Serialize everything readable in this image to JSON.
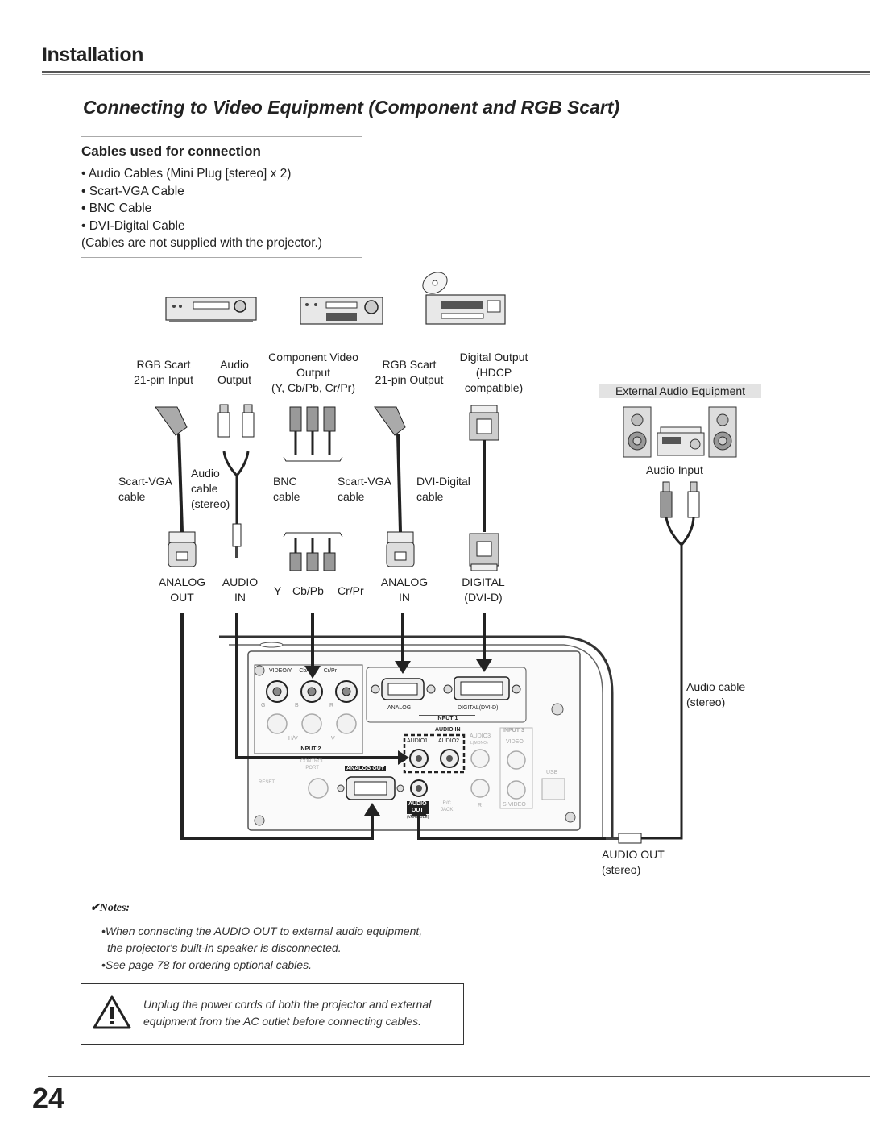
{
  "header": {
    "section": "Installation"
  },
  "title": "Connecting to Video Equipment (Component and RGB Scart)",
  "cables": {
    "heading": "Cables used for connection",
    "items": [
      "• Audio Cables (Mini Plug [stereo] x 2)",
      "• Scart-VGA Cable",
      "• BNC Cable",
      "• DVI-Digital Cable"
    ],
    "note": "(Cables are not supplied with the projector.)"
  },
  "devices": {
    "dev1": [
      "RGB Scart",
      "21-pin Input"
    ],
    "dev1_audio": [
      "Audio",
      "Output"
    ],
    "dev2": [
      "Component Video",
      "Output",
      "(Y, Cb/Pb, Cr/Pr)"
    ],
    "dev3_rgb": [
      "RGB Scart",
      "21-pin Output"
    ],
    "dev3_dig": [
      "Digital Output",
      "(HDCP",
      "compatible)"
    ],
    "external_audio": "External Audio Equipment",
    "audio_input": "Audio Input"
  },
  "cable_labels": {
    "scart1": [
      "Scart-VGA",
      "cable"
    ],
    "audio": [
      "Audio",
      "cable",
      "(stereo)"
    ],
    "bnc": [
      "BNC",
      "cable"
    ],
    "scart2": [
      "Scart-VGA",
      "cable"
    ],
    "dvi": [
      "DVI-Digital",
      "cable"
    ],
    "audio_right": [
      "Audio cable",
      "(stereo)"
    ]
  },
  "port_labels": {
    "analog_out": [
      "ANALOG",
      "OUT"
    ],
    "audio_in": [
      "AUDIO",
      "IN"
    ],
    "y": "Y",
    "cbpb": "Cb/Pb",
    "crpr": "Cr/Pr",
    "analog_in": [
      "ANALOG",
      "IN"
    ],
    "digital": [
      "DIGITAL",
      "(DVI-D)"
    ],
    "audio_out": [
      "AUDIO OUT",
      "(stereo)"
    ]
  },
  "panel": {
    "video_y": "VIDEO/Y",
    "cbpb": "Cb/Pb",
    "crpr": "Cr/Pr",
    "g": "G",
    "b": "B",
    "r": "R",
    "hv": "H/V",
    "v": "V",
    "input2": "INPUT 2",
    "analog": "ANALOG",
    "digital": "DIGITAL(DVI-D)",
    "input1": "INPUT 1",
    "audio_in": "AUDIO IN",
    "audio1": "AUDIO1",
    "audio2": "AUDIO2",
    "audio3": "AUDIO3",
    "l_mono": "L(MONO)",
    "input3": "INPUT 3",
    "video": "VIDEO",
    "control_port": [
      "CONTROL",
      "PORT"
    ],
    "analog_out": "ANALOG OUT",
    "reset": "RESET",
    "usb": "USB",
    "audio_out": [
      "AUDIO",
      "OUT"
    ],
    "variable": "(VARIABLE)",
    "rc_jack": [
      "R/C",
      "JACK"
    ],
    "s_video": "S-VIDEO"
  },
  "notes": {
    "heading": "✔Notes:",
    "items": [
      "•When connecting the AUDIO OUT to external audio equipment,",
      "the projector's built-in speaker is disconnected.",
      "•See page 78 for ordering optional cables."
    ]
  },
  "warning": [
    "Unplug the power cords of both the projector and external",
    "equipment from the AC outlet before connecting cables."
  ],
  "page_number": "24"
}
